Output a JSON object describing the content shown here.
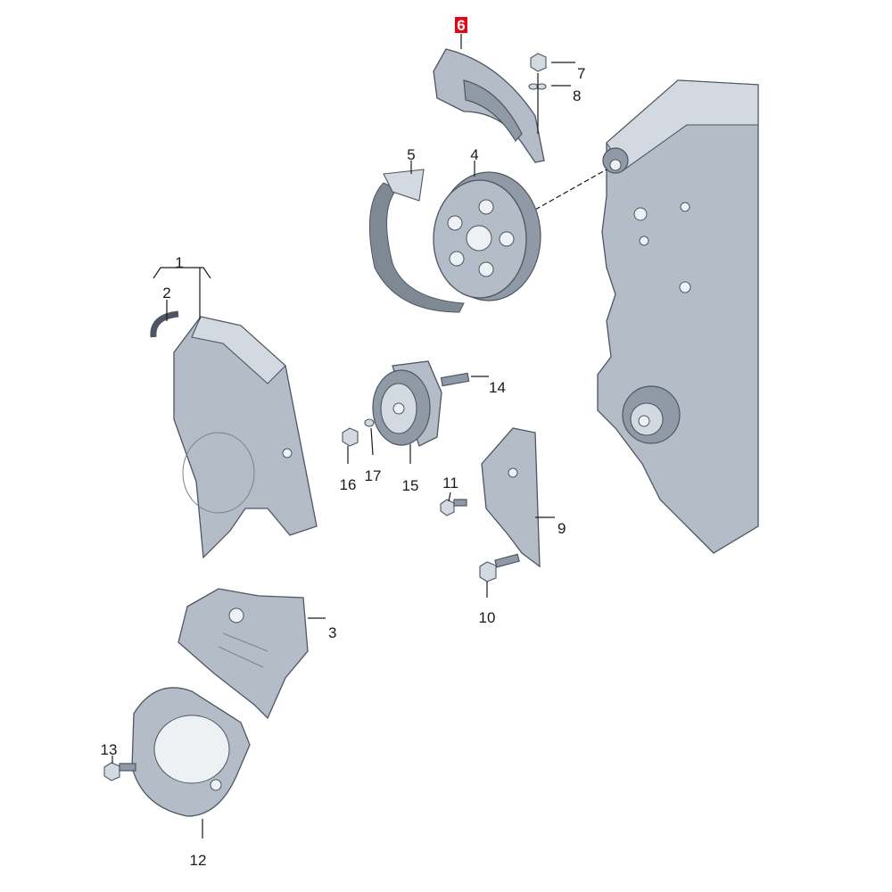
{
  "diagram": {
    "highlighted_part": "6",
    "highlight_color": "#e30613",
    "labels": {
      "p1": "1",
      "p2": "2",
      "p3": "3",
      "p4": "4",
      "p5": "5",
      "p6": "6",
      "p7": "7",
      "p8": "8",
      "p9": "9",
      "p10": "10",
      "p11": "11",
      "p12": "12",
      "p13": "13",
      "p14": "14",
      "p15": "15",
      "p16": "16",
      "p17": "17"
    }
  }
}
